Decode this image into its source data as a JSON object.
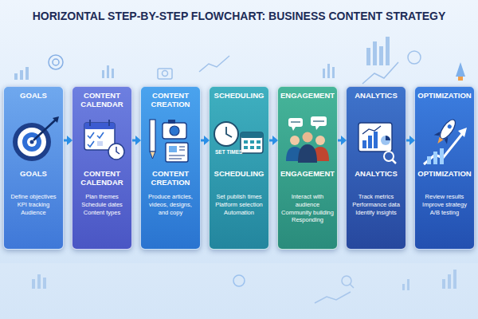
{
  "diagram": {
    "title": "HORIZONTAL STEP-BY-STEP FLOWCHART: BUSINESS CONTENT STRATEGY",
    "nodes": [
      {
        "text": [
          "GOALS",
          "GOALS",
          "Define objectives KPI tracking Audience"
        ]
      },
      {
        "text": [
          "CONTENT CALENDAR",
          "CONTENT CALENDAR",
          "Plan themes Schedule dates Content types"
        ]
      },
      {
        "text": [
          "CONTENT CREATION",
          "CONTENT CREATION",
          "Produce articles, videos, designs, and copy"
        ]
      },
      {
        "text": [
          "SCHEDULING",
          "SCHEDULING",
          "Set publish times Platform selection Automation"
        ]
      },
      {
        "text": [
          "ENGAGEMENT",
          "ENGAGEMENT",
          "Interact with audience Community building Responding"
        ]
      },
      {
        "text": [
          "ANALYTICS",
          "ANALYTICS",
          "Track metrics Performance data Identify insights"
        ]
      },
      {
        "text": [
          "OPTIMIZATION",
          "OPTIMIZATION",
          "Review results Improve strategy A/B testing"
        ]
      }
    ],
    "edges": [
      {
        "from": 0,
        "to": 1,
        "arrow": "to"
      },
      {
        "from": 1,
        "to": 2,
        "arrow": "to"
      },
      {
        "from": 2,
        "to": 3,
        "arrow": "to"
      },
      {
        "from": 3,
        "to": 4,
        "arrow": "to"
      },
      {
        "from": 4,
        "to": 5,
        "arrow": "to"
      },
      {
        "from": 5,
        "to": 6,
        "arrow": "to"
      }
    ],
    "labels": [
      "SET TIMES"
    ]
  }
}
